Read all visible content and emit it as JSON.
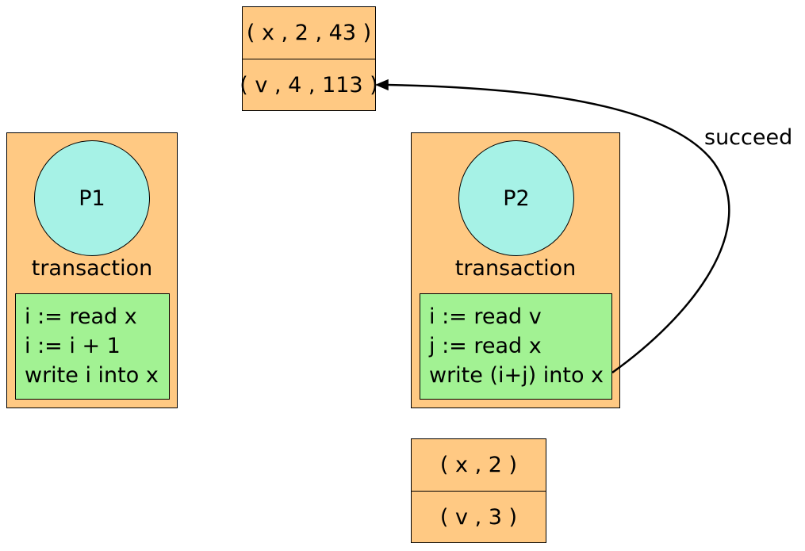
{
  "memory_top": {
    "row1": "( x , 2 , 43 )",
    "row2": "( v , 4 , 113 )"
  },
  "memory_bottom": {
    "row1": "( x , 2 )",
    "row2": "( v , 3 )"
  },
  "p1": {
    "name": "P1",
    "transaction_label": "transaction",
    "code": [
      "i := read x",
      "i := i + 1",
      "write i into x"
    ]
  },
  "p2": {
    "name": "P2",
    "transaction_label": "transaction",
    "code": [
      "i := read v",
      "j := read x",
      "write (i+j) into x"
    ]
  },
  "edge": {
    "label": "succeed"
  },
  "colors": {
    "box_fill": "#ffc983",
    "process_fill": "#a6f2e6",
    "code_fill": "#a2f293",
    "stroke": "#000000"
  }
}
